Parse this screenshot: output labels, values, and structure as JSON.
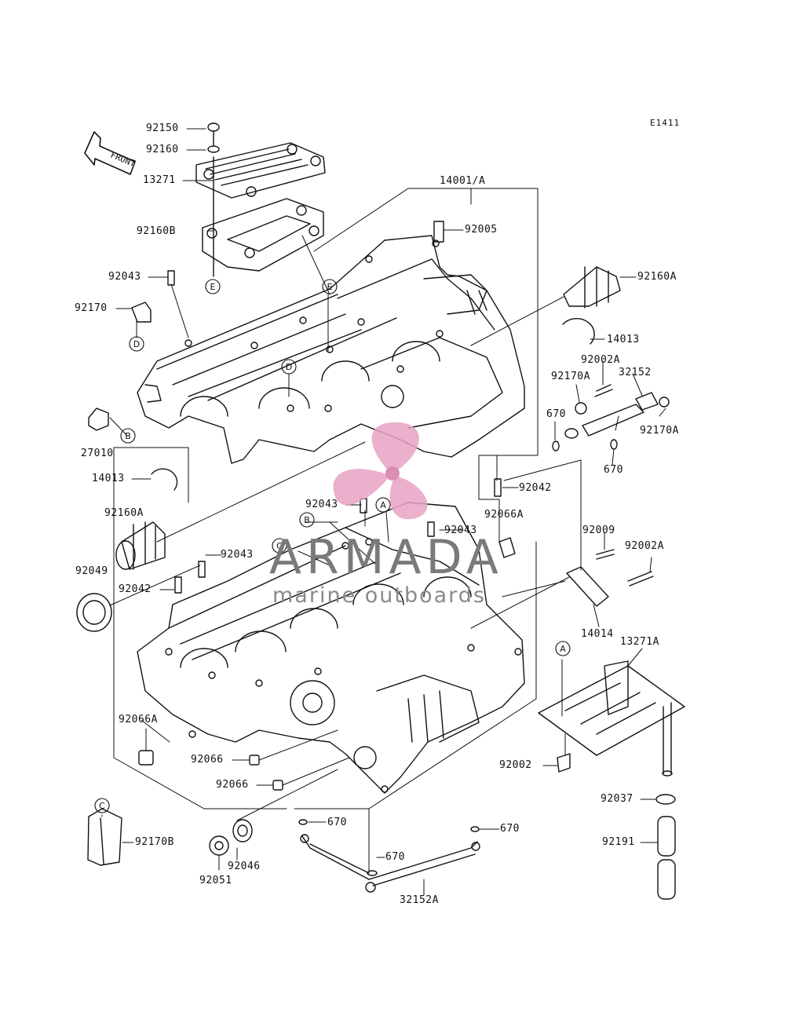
{
  "diagram_code": "E1411",
  "front_arrow_label": "FRONT",
  "brand": {
    "name": "ARMADA",
    "tagline": "marine outboards",
    "logo_color": "#e8a3c4",
    "text_color": "#7a7a7a"
  },
  "parts": {
    "p92150": "92150",
    "p92160": "92160",
    "p13271": "13271",
    "p92160B": "92160B",
    "p92043a": "92043",
    "p92170": "92170",
    "p14001A": "14001/A",
    "p92005": "92005",
    "p92160A_top": "92160A",
    "p14013_top": "14013",
    "p92002A_top": "92002A",
    "p92170A_l": "92170A",
    "p32152": "32152",
    "p670_a": "670",
    "p92170A_r": "92170A",
    "p670_b": "670",
    "p27010": "27010",
    "p14013_left": "14013",
    "p92042_r": "92042",
    "p92043b": "92043",
    "p92066A_r": "92066A",
    "p92043c": "92043",
    "p92160A_left": "92160A",
    "p92049": "92049",
    "p92043d": "92043",
    "p92042_l": "92042",
    "p92009": "92009",
    "p92002A_r": "92002A",
    "p14014": "14014",
    "p13271A": "13271A",
    "p92066A_l": "92066A",
    "p92066_a": "92066",
    "p92066_b": "92066",
    "p92002": "92002",
    "p92037": "92037",
    "p670_c": "670",
    "p670_d": "670",
    "p92170B": "92170B",
    "p92046": "92046",
    "p670_e": "670",
    "p92191": "92191",
    "p92051": "92051",
    "p32152A": "32152A"
  },
  "refs": {
    "A": "A",
    "B": "B",
    "C": "C",
    "D": "D",
    "E": "E"
  }
}
